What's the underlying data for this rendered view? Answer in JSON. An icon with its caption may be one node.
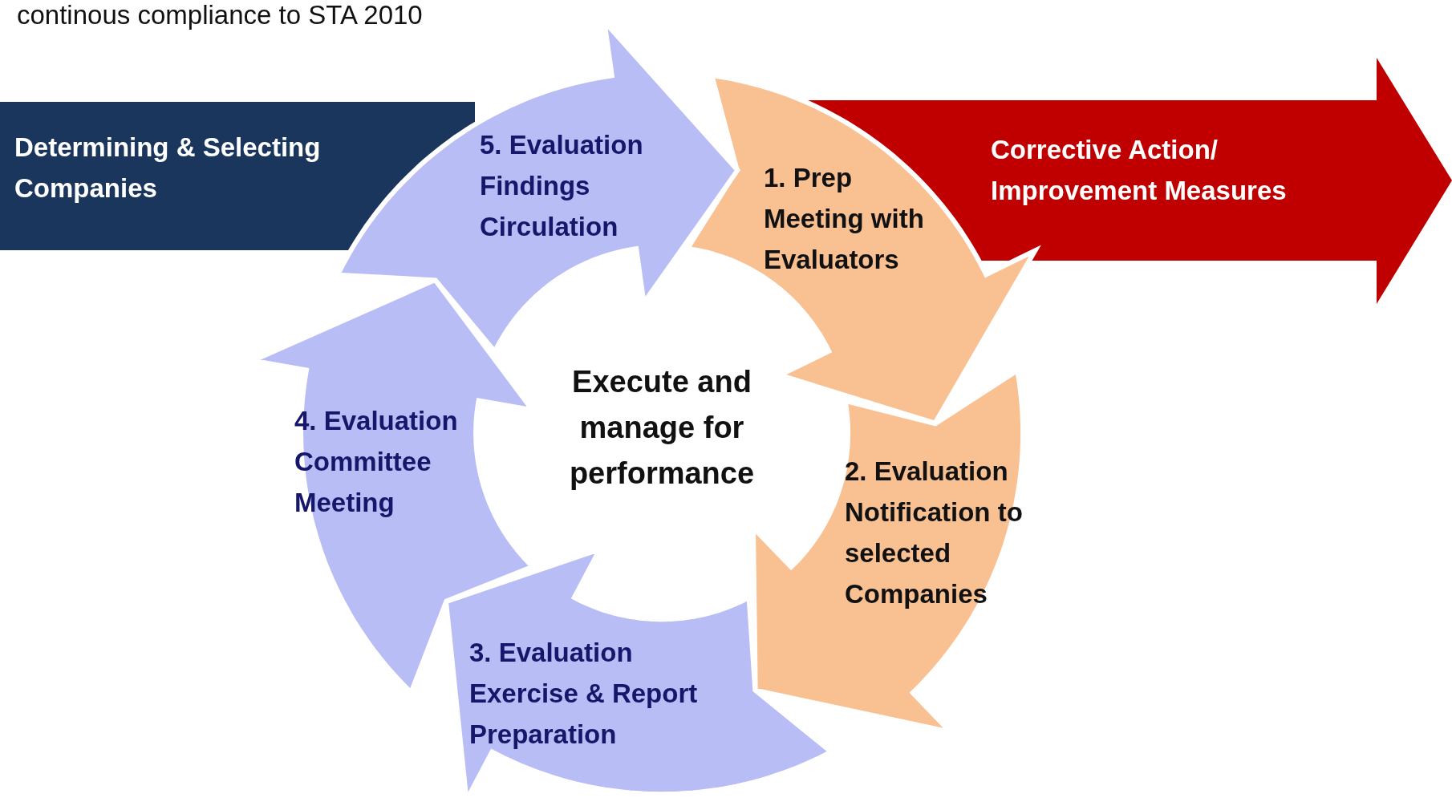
{
  "diagram": {
    "title": "continous compliance to STA 2010",
    "nodes": [
      {
        "text": [
          "Determining & Selecting  Companies"
        ]
      },
      {
        "text": [
          "1. Prep Meeting with Evaluators"
        ]
      },
      {
        "text": [
          "2. Evaluation Notification to selected Companies"
        ]
      },
      {
        "text": [
          "3. Evaluation Exercise & Report Preparation"
        ]
      },
      {
        "text": [
          "4. Evaluation Committee Meeting"
        ]
      },
      {
        "text": [
          "5. Evaluation Findings Circulation"
        ]
      },
      {
        "text": [
          "Corrective Action/ Improvement Measures"
        ]
      }
    ],
    "labels": [
      "Execute and manage for performance"
    ]
  }
}
